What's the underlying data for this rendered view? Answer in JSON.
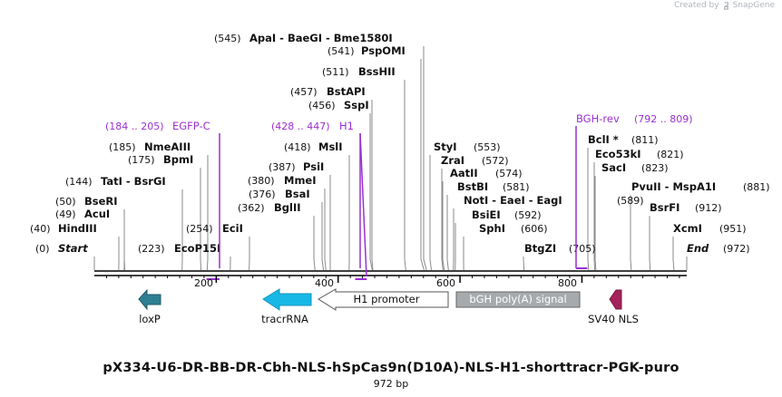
{
  "credit": {
    "created_by": "Created by",
    "brand": "SnapGene"
  },
  "title": "pX334-U6-DR-BB-DR-Cbh-NLS-hSpCas9n(D10A)-NLS-H1-shorttracr-PGK-puro",
  "length_label": "972 bp",
  "map": {
    "total_bp": 972,
    "backbone_color": "#000000",
    "ticks": [
      {
        "label": "200"
      },
      {
        "label": "400"
      },
      {
        "label": "600"
      },
      {
        "label": "800"
      }
    ],
    "sites": [
      {
        "pos": "(0)",
        "name": "Start",
        "italic": true
      },
      {
        "pos": "(40)",
        "name": "HindIII"
      },
      {
        "pos": "(49)",
        "name": "AcuI"
      },
      {
        "pos": "(50)",
        "name": "BseRI"
      },
      {
        "pos": "(144)",
        "name": "TatI  -  BsrGI"
      },
      {
        "pos": "(175)",
        "name": "BpmI"
      },
      {
        "pos": "(185)",
        "name": "NmeAIII"
      },
      {
        "pos": "(223)",
        "name": "EcoP15I"
      },
      {
        "pos": "(254)",
        "name": "EciI"
      },
      {
        "pos": "(362)",
        "name": "BglII"
      },
      {
        "pos": "(376)",
        "name": "BsaI"
      },
      {
        "pos": "(380)",
        "name": "MmeI"
      },
      {
        "pos": "(387)",
        "name": "PsiI"
      },
      {
        "pos": "(418)",
        "name": "MslI"
      },
      {
        "pos": "(456)",
        "name": "SspI"
      },
      {
        "pos": "(457)",
        "name": "BstAPI"
      },
      {
        "pos": "(511)",
        "name": "BssHII"
      },
      {
        "pos": "(541)",
        "name": "PspOMI"
      },
      {
        "pos": "(545)",
        "name": "ApaI  -  BaeGI  -  Bme1580I"
      },
      {
        "pos": "(553)",
        "name": "StyI"
      },
      {
        "pos": "(572)",
        "name": "ZraI"
      },
      {
        "pos": "(574)",
        "name": "AatII"
      },
      {
        "pos": "(581)",
        "name": "BstBI"
      },
      {
        "pos": "(589)",
        "name": "NotI  -  EaeI  -  EagI"
      },
      {
        "pos": "(592)",
        "name": "BsiEI"
      },
      {
        "pos": "(606)",
        "name": "SphI"
      },
      {
        "pos": "(705)",
        "name": "BtgZI"
      },
      {
        "pos": "(811)",
        "name": "BclI *"
      },
      {
        "pos": "(821)",
        "name": "Eco53kI"
      },
      {
        "pos": "(823)",
        "name": "SacI"
      },
      {
        "pos": "(881)",
        "name": "PvuII  -  MspA1I"
      },
      {
        "pos": "(912)",
        "name": "BsrFI"
      },
      {
        "pos": "(951)",
        "name": "XcmI"
      },
      {
        "pos": "(972)",
        "name": "End",
        "italic": true
      }
    ],
    "primers": [
      {
        "range": "(184 .. 205)",
        "name": "EGFP-C",
        "color": "#9b30d0"
      },
      {
        "range": "(428 .. 447)",
        "name": "H1",
        "color": "#9b30d0"
      },
      {
        "name": "BGH-rev",
        "range": "(792 .. 809)",
        "color": "#9b30d0"
      }
    ],
    "features": [
      {
        "name": "loxP",
        "color": "#2f7f93"
      },
      {
        "name": "tracrRNA",
        "color": "#17b8e6"
      },
      {
        "name": "H1 promoter",
        "color": "#ffffff"
      },
      {
        "name": "bGH poly(A) signal",
        "color": "#a7aaad"
      },
      {
        "name": "SV40 NLS",
        "color": "#a3235a"
      }
    ]
  }
}
